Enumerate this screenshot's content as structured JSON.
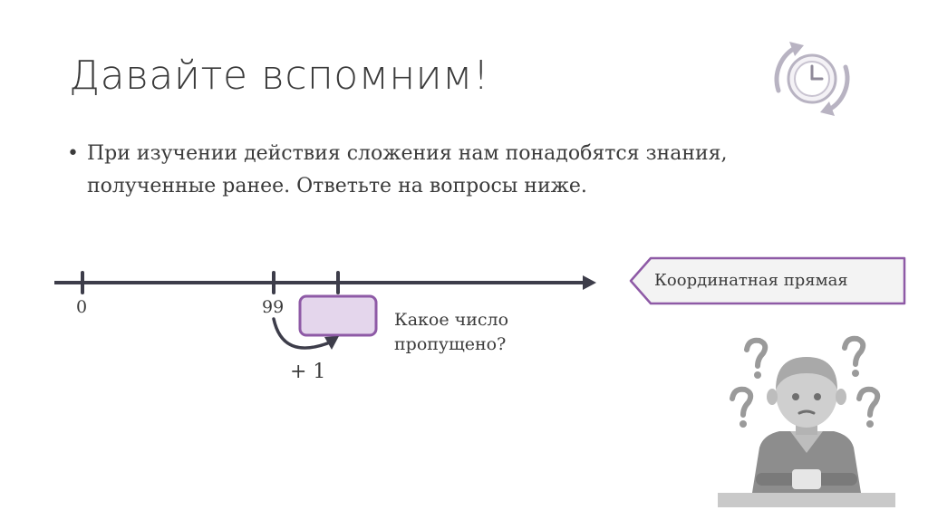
{
  "slide": {
    "title": "Давайте вспомним!",
    "bullet_mark": "•",
    "bullet_lines": [
      "При изучении действия сложения нам понадобятся знания,",
      "полученные ранее. Ответьте на вопросы ниже."
    ]
  },
  "number_line": {
    "tick_labels": [
      "0",
      "99"
    ],
    "question_lines": [
      "Какое число",
      "пропущено?"
    ],
    "step_label": "+ 1",
    "tag_label": "Координатная прямая"
  },
  "icons": [
    "history-clock-icon",
    "thinking-person-icon"
  ],
  "colors": {
    "text": "#3b3b3b",
    "accent": "#8e5aa6",
    "answer_fill": "#e4d6ec",
    "tag_fill": "#f3f3f3",
    "line": "#3d3d4a"
  }
}
